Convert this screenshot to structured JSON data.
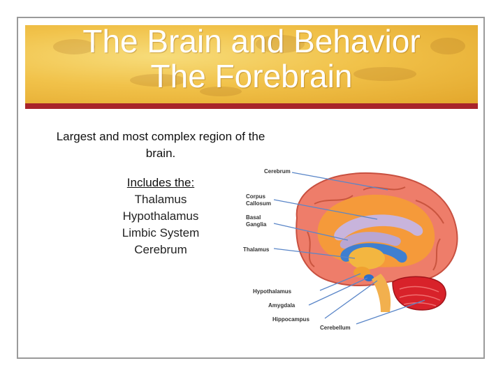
{
  "title": {
    "line1": "The Brain and Behavior",
    "line2": "The Forebrain"
  },
  "intro": {
    "line1": "Largest and most complex region of the",
    "line2": "brain."
  },
  "includes": {
    "heading": "Includes the:",
    "items": [
      "Thalamus",
      "Hypothalamus",
      "Limbic System",
      "Cerebrum"
    ]
  },
  "diagram_labels": {
    "cerebrum": "Cerebrum",
    "corpus": "Corpus",
    "callosum": "Callosum",
    "basal": "Basal",
    "ganglia": "Ganglia",
    "thalamus": "Thalamus",
    "hypothalamus": "Hypothalamus",
    "amygdala": "Amygdala",
    "hippocampus": "Hippocampus",
    "cerebellum": "Cerebellum"
  },
  "colors": {
    "accent_rule": "#a8242a",
    "title_band": "#f1c24a",
    "brain_cortex": "#ee7d6a",
    "brain_inner": "#f59a3a",
    "cerebellum": "#d8222a",
    "pointer_lines": "#5a86c8"
  }
}
